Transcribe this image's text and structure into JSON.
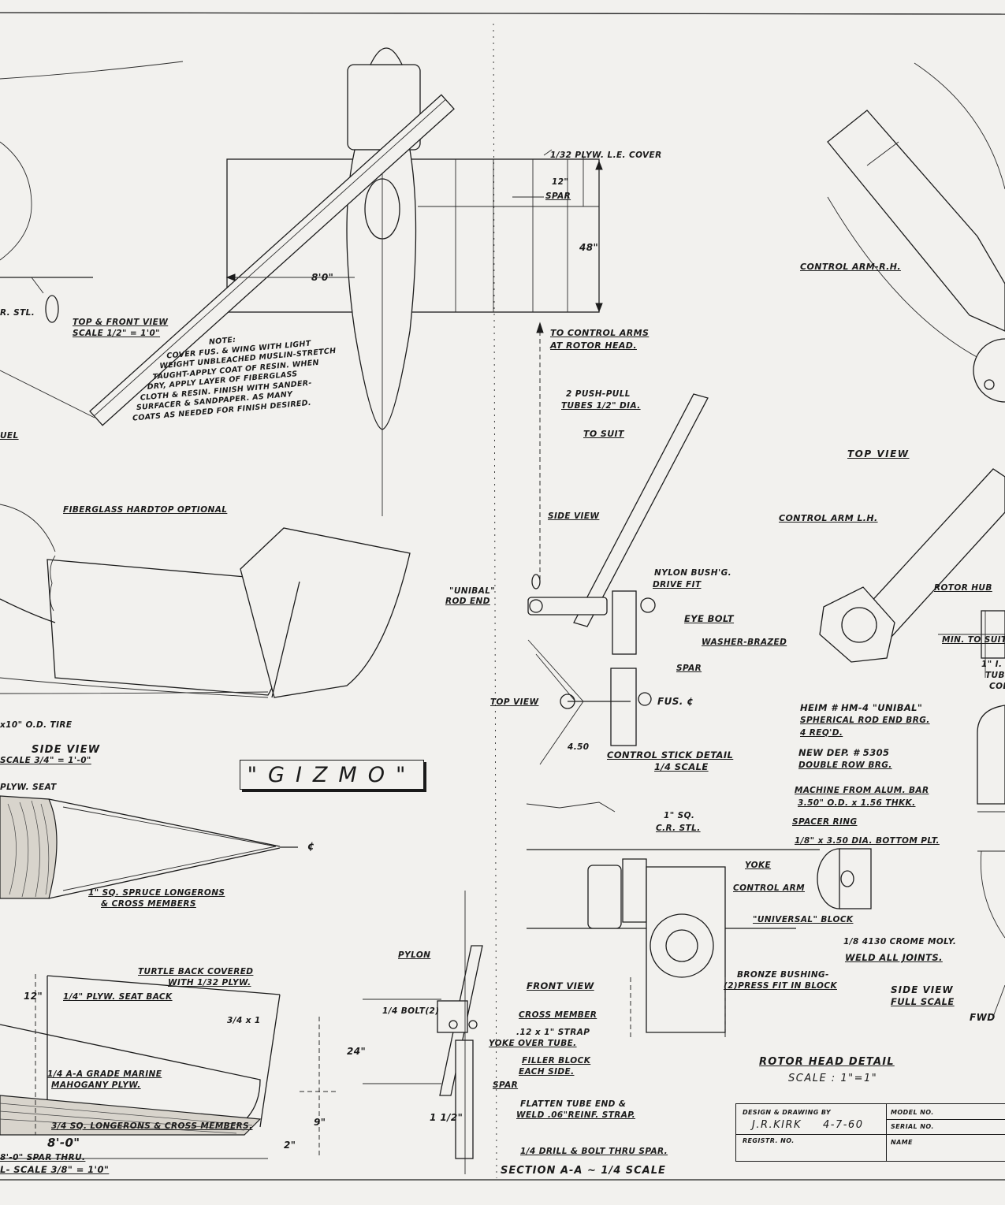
{
  "title": "\"GIZMO\"",
  "title_block": {
    "design_label": "DESIGN & DRAWING BY",
    "designer": "J.R.KIRK",
    "date": "4-7-60",
    "regist_label": "REGISTR. NO.",
    "model_label": "MODEL NO.",
    "serial_label": "SERIAL NO.",
    "name_label": "NAME"
  },
  "views": {
    "top_front": {
      "title": "TOP & FRONT VIEW",
      "scale": "SCALE 1/2\" = 1'0\""
    },
    "side": {
      "title": "SIDE VIEW",
      "scale": "SCALE 3/4\" = 1'-0\""
    },
    "top_view_right": "TOP VIEW",
    "control_stick": {
      "title": "CONTROL STICK DETAIL",
      "scale": "1/4 SCALE"
    },
    "rotor_head": {
      "title": "ROTOR HEAD DETAIL",
      "scale": "SCALE : 1\"=1\""
    },
    "section": "SECTION A-A ~ 1/4 SCALE",
    "side_full": {
      "title": "SIDE VIEW",
      "scale": "FULL SCALE"
    },
    "spar_view": {
      "title": "8'-0\" SPAR THRU.",
      "scale": "L- SCALE 3/8\" = 1'0\""
    }
  },
  "note": {
    "heading": "NOTE:",
    "lines": [
      "COVER FUS. & WING WITH LIGHT",
      "WEIGHT UNBLEACHED MUSLIN-STRETCH",
      "TAUGHT-APPLY COAT OF RESIN. WHEN",
      "DRY, APPLY LAYER OF FIBERGLASS",
      "CLOTH & RESIN. FINISH WITH SANDER-",
      "SURFACER & SANDPAPER. AS MANY",
      "COATS AS NEEDED FOR FINISH DESIRED."
    ]
  },
  "labels": {
    "le_cover": "1/32 PLYW. L.E. COVER",
    "spar": "SPAR",
    "dim_12": "12\"",
    "dim_48": "48\"",
    "dim_80": "8'0\"",
    "to_control_arms_1": "TO CONTROL ARMS",
    "to_control_arms_2": "AT ROTOR HEAD.",
    "push_pull_1": "2 PUSH-PULL",
    "push_pull_2": "TUBES 1/2\" DIA.",
    "to_suit": "TO SUIT",
    "side_view_small": "SIDE VIEW",
    "nylon_1": "NYLON BUSH'G.",
    "nylon_2": "DRIVE FIT",
    "unibal_1": "\"UNIBAL\"",
    "unibal_2": "ROD END",
    "eye_bolt": "EYE BOLT",
    "washer": "WASHER-BRAZED",
    "spar_2": "SPAR",
    "top_view_small": "TOP VIEW",
    "fus_cl": "FUS. ¢",
    "dim_450": "4.50",
    "fiberglass": "FIBERGLASS HARDTOP OPTIONAL",
    "tire": "x10\" O.D. TIRE",
    "plyw_seat": "PLYW. SEAT",
    "spruce_1": "1\" SQ. SPRUCE LONGERONS",
    "spruce_2": "& CROSS MEMBERS",
    "turtle_1": "TURTLE BACK COVERED",
    "turtle_2": "WITH 1/32 PLYW.",
    "seat_back": "1/4\" PLYW. SEAT BACK",
    "dim_12b": "12\"",
    "dim_3_4": "3/4 x 1",
    "marine_1": "1/4 A-A GRADE MARINE",
    "marine_2": "MAHOGANY PLYW.",
    "dim_24": "24\"",
    "dim_9": "9\"",
    "longerons": "3/4 SQ. LONGERONS & CROSS MEMBERS.",
    "dim_8_0": "8'-0\"",
    "dim_2": "2\"",
    "pylon": "PYLON",
    "front_view": "FRONT VIEW",
    "bolt": "1/4 BOLT(2)",
    "cross_member": "CROSS MEMBER",
    "strap_1": ".12 x 1\" STRAP",
    "strap_2": "YOKE OVER TUBE.",
    "filler_1": "FILLER BLOCK",
    "filler_2": "EACH SIDE.",
    "spar_3": "SPAR",
    "flatten_1": "FLATTEN TUBE END &",
    "flatten_2": "WELD .06\"REINF. STRAP.",
    "dim_1_half": "1 1/2\"",
    "drill": "1/4 DRILL & BOLT THRU SPAR.",
    "sq_1": "1\" SQ.",
    "sq_2": "C.R. STL.",
    "yoke": "YOKE",
    "control_arm": "CONTROL ARM",
    "universal": "\"UNIVERSAL\" BLOCK",
    "bronze_1": "BRONZE BUSHING-",
    "bronze_2": "(2)PRESS FIT IN BLOCK",
    "crome_1": "1/8 4130 CROME MOLY.",
    "crome_2": "WELD ALL JOINTS.",
    "fwd": "FWD",
    "control_rh": "CONTROL ARM-R.H.",
    "control_lh": "CONTROL ARM L.H.",
    "rotor_hub": "ROTOR HUB",
    "min_suit": "MIN. TO SUIT",
    "heim_1": "HEIM # HM-4 \"UNIBAL\"",
    "heim_2": "SPHERICAL ROD END BRG.",
    "heim_3": "4 REQ'D.",
    "newdep_1": "NEW DEP. # 5305",
    "newdep_2": "DOUBLE ROW BRG.",
    "machine_1": "MACHINE FROM ALUM. BAR",
    "machine_2": "3.50\" O.D. x 1.56 THKK.",
    "spacer": "SPACER RING",
    "bottom_plt": "1/8\" x 3.50 DIA. BOTTOM PLT.",
    "tube_1": "1\" I.",
    "tube_2": "TUB",
    "tube_3": "COL",
    "cr_stl": "R. STL.",
    "wheel_label": "UEL",
    "cl_mark": "¢"
  }
}
